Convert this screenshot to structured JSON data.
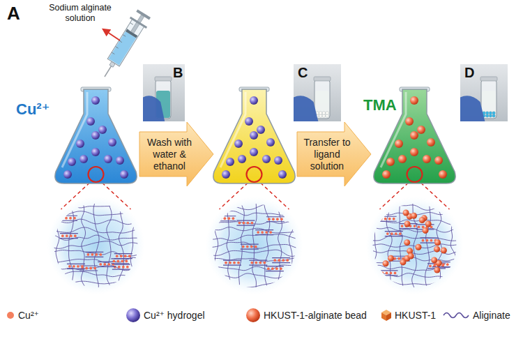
{
  "diagram": {
    "nodes": [
      {
        "text": [
          "Cu²⁺"
        ]
      },
      {
        "text": [
          "B"
        ]
      },
      {
        "text": [
          "Wash with water & ethanol"
        ]
      },
      {
        "text": [
          "C"
        ]
      },
      {
        "text": [
          "Transfer to ligand solution"
        ]
      },
      {
        "text": [
          "TMA"
        ]
      },
      {
        "text": [
          "D"
        ]
      }
    ],
    "labels": [
      "A",
      "Sodium alginate solution"
    ],
    "legend": [
      {
        "text": "Cu²⁺",
        "color": "#f4805f"
      },
      {
        "text": "Cu²⁺ hydrogel"
      },
      {
        "text": "HKUST-1-alginate bead"
      },
      {
        "text": "HKUST-1"
      },
      {
        "text": "Aliginate"
      }
    ]
  }
}
